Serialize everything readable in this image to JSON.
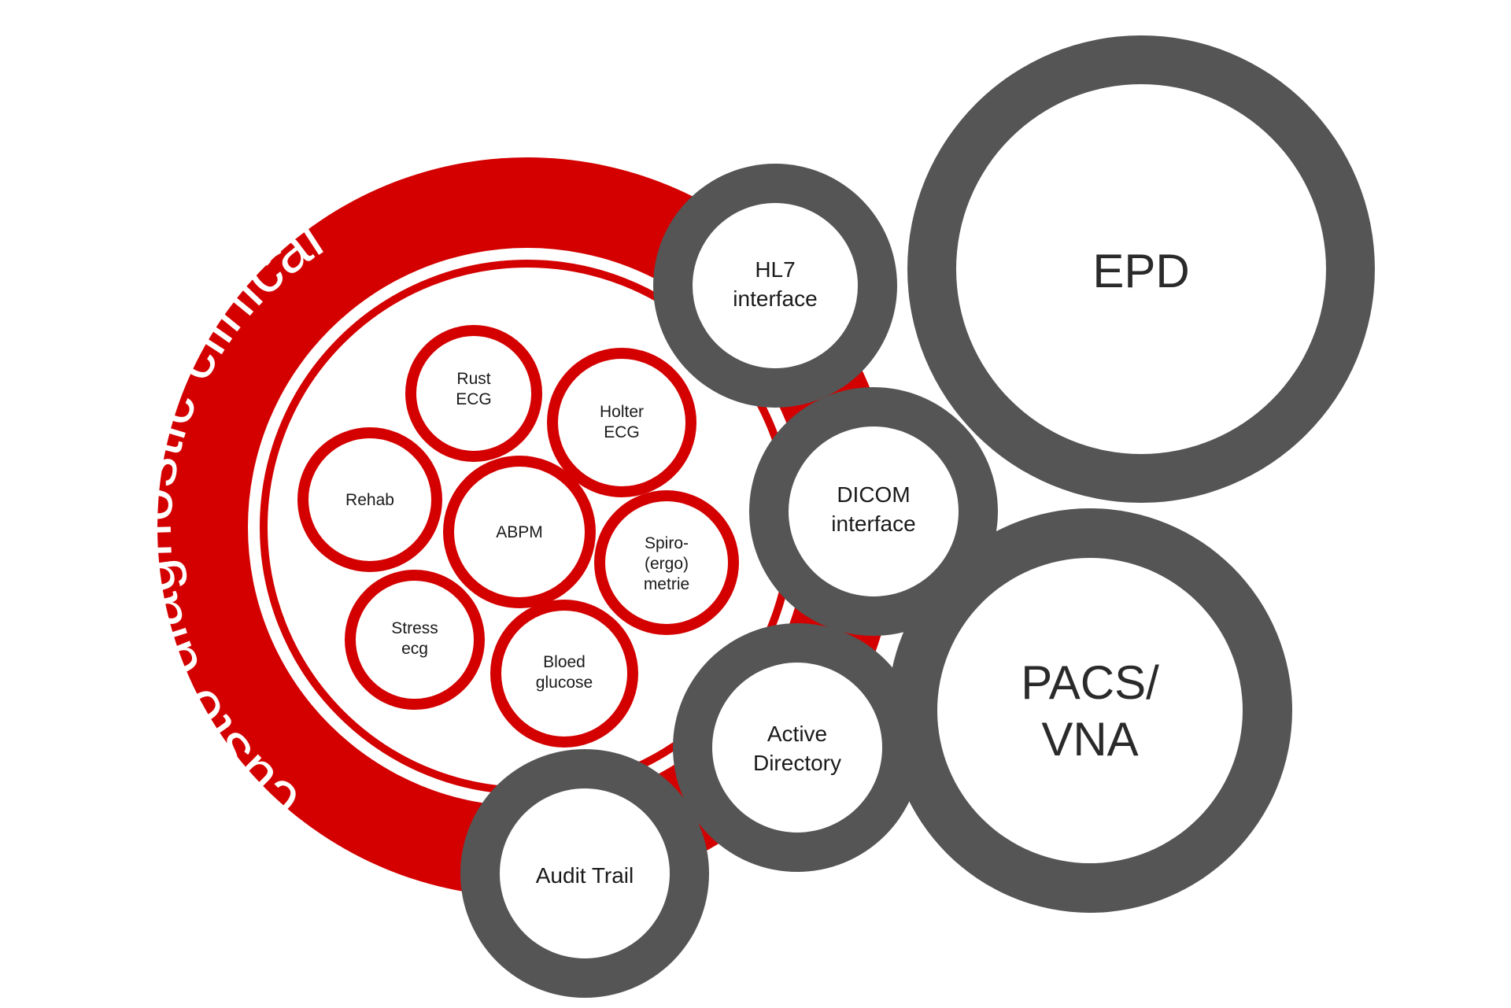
{
  "brand": {
    "arc_text": "custo diagnostic clinical",
    "red": "#d40000",
    "gray": "#555555"
  },
  "modules": {
    "rust_ecg": [
      "Rust",
      "ECG"
    ],
    "holter_ecg": [
      "Holter",
      "ECG"
    ],
    "rehab": [
      "Rehab"
    ],
    "abpm": [
      "ABPM"
    ],
    "spiro": [
      "Spiro-",
      "(ergo)",
      "metrie"
    ],
    "stress_ecg": [
      "Stress",
      "ecg"
    ],
    "blood_glucose": [
      "Bloed",
      "glucose"
    ]
  },
  "interfaces": {
    "hl7": [
      "HL7",
      "interface"
    ],
    "dicom": [
      "DICOM",
      "interface"
    ],
    "active_directory": [
      "Active",
      "Directory"
    ],
    "audit_trail": [
      "Audit Trail"
    ]
  },
  "external": {
    "epd": [
      "EPD"
    ],
    "pacs": [
      "PACS/",
      "VNA"
    ]
  }
}
